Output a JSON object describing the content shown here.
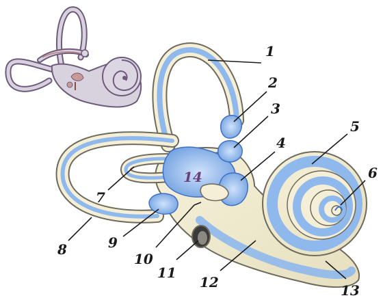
{
  "labels": {
    "l1": "1",
    "l2": "2",
    "l3": "3",
    "l4": "4",
    "l5": "5",
    "l6": "6",
    "l7": "7",
    "l8": "8",
    "l9": "9",
    "l10": "10",
    "l11": "11",
    "l12": "12",
    "l13": "13",
    "l14": "14"
  },
  "colors": {
    "bony_fill": "#f4efd6",
    "bony_outline": "#6d6a5c",
    "membranous_blue": "#7faee6",
    "membranous_dark": "#3f6fc4",
    "inset_fill": "#d8d2df",
    "inset_outline": "#6e5a7c"
  }
}
